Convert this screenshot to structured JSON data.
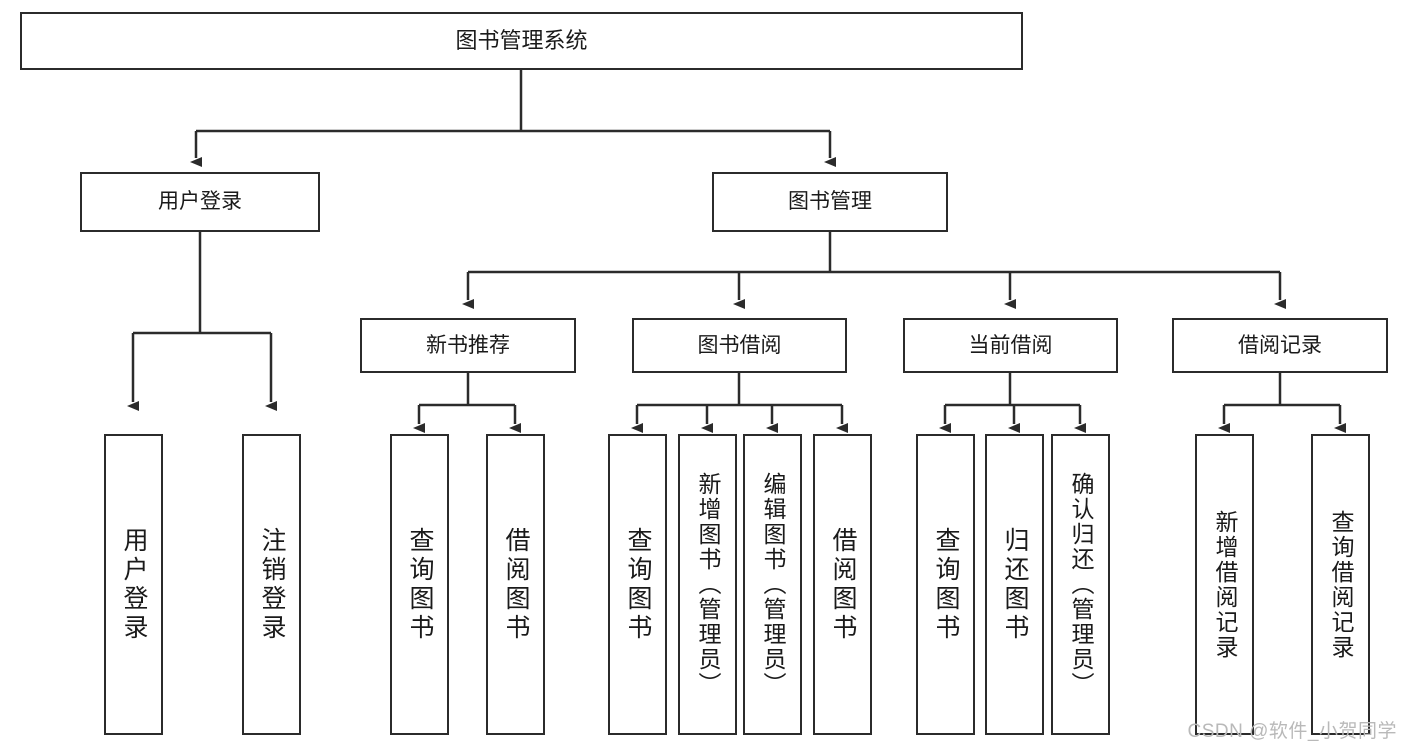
{
  "diagram": {
    "title": "图书管理系统",
    "type": "hierarchy-tree",
    "watermark": "CSDN @软件_小贺同学",
    "colors": {
      "node_border": "#2b2b2b",
      "node_fill": "#ffffff",
      "edge": "#2b2b2b",
      "text": "#1a1a1a",
      "watermark": "#b9b9b9"
    },
    "root": {
      "label": "图书管理系统"
    },
    "level2": [
      {
        "id": "user-login",
        "label": "用户登录"
      },
      {
        "id": "book-manage",
        "label": "图书管理"
      }
    ],
    "level3": [
      {
        "id": "new-book-recommend",
        "label": "新书推荐"
      },
      {
        "id": "book-borrow",
        "label": "图书借阅"
      },
      {
        "id": "current-borrow",
        "label": "当前借阅"
      },
      {
        "id": "borrow-record",
        "label": "借阅记录"
      }
    ],
    "leaves": {
      "user_login": [
        {
          "id": "leaf-user-login",
          "label": "用户登录"
        },
        {
          "id": "leaf-logout-login",
          "label": "注销登录"
        }
      ],
      "new_book_recommend": [
        {
          "id": "leaf-query-book-1",
          "label": "查询图书"
        },
        {
          "id": "leaf-borrow-book-1",
          "label": "借阅图书"
        }
      ],
      "book_borrow": [
        {
          "id": "leaf-query-book-2",
          "label": "查询图书"
        },
        {
          "id": "leaf-add-book",
          "label": "新增图书（管理员）"
        },
        {
          "id": "leaf-edit-book",
          "label": "编辑图书（管理员）"
        },
        {
          "id": "leaf-borrow-book-2",
          "label": "借阅图书"
        }
      ],
      "current_borrow": [
        {
          "id": "leaf-query-book-3",
          "label": "查询图书"
        },
        {
          "id": "leaf-return-book",
          "label": "归还图书"
        },
        {
          "id": "leaf-confirm-return",
          "label": "确认归还（管理员）"
        }
      ],
      "borrow_record": [
        {
          "id": "leaf-add-record",
          "label": "新增借阅记录"
        },
        {
          "id": "leaf-query-record",
          "label": "查询借阅记录"
        }
      ]
    }
  }
}
